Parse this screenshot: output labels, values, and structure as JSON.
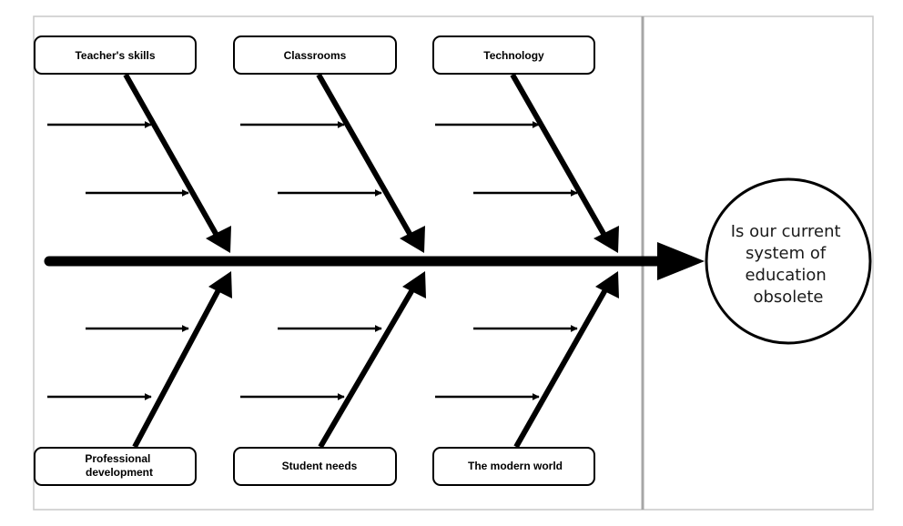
{
  "effect": {
    "lines": [
      "Is our current",
      "system of",
      "education",
      "obsolete"
    ]
  },
  "categories": {
    "top": [
      {
        "lines": [
          "Teacher's skills"
        ]
      },
      {
        "lines": [
          "Classrooms"
        ]
      },
      {
        "lines": [
          "Technology"
        ]
      }
    ],
    "bottom": [
      {
        "lines": [
          "Professional",
          "development"
        ]
      },
      {
        "lines": [
          "Student needs"
        ]
      },
      {
        "lines": [
          "The modern world"
        ]
      }
    ]
  },
  "colors": {
    "stroke": "#000000",
    "frame": "#c8c8c8",
    "divider": "#a6a6a6",
    "background": "#ffffff"
  }
}
